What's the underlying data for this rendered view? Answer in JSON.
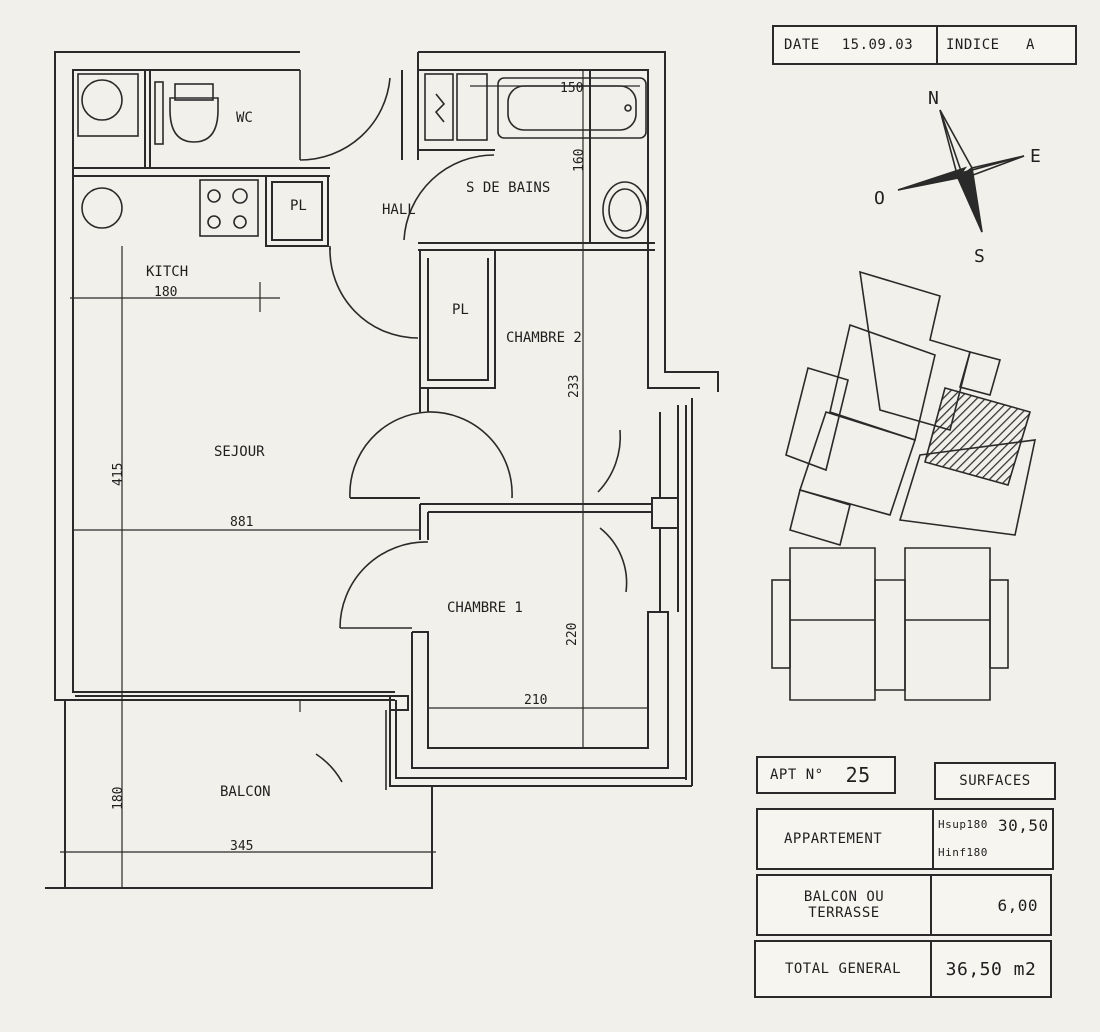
{
  "header": {
    "date_label": "DATE",
    "date_value": "15.09.03",
    "indice_label": "INDICE",
    "indice_value": "A"
  },
  "compass": {
    "n": "N",
    "e": "E",
    "s": "S",
    "o": "O"
  },
  "rooms": {
    "wc": "WC",
    "kitch": "KITCH",
    "pl_hall": "PL",
    "hall": "HALL",
    "s_de_bains": "S DE BAINS",
    "pl_chambre2": "PL",
    "chambre2": "CHAMBRE 2",
    "sejour": "SEJOUR",
    "chambre1": "CHAMBRE 1",
    "balcon": "BALCON"
  },
  "dimensions": {
    "bath_150": "150",
    "bath_160": "160",
    "kitch_180": "180",
    "ch2_233": "233",
    "sejour_415": "415",
    "sejour_881": "881",
    "ch1_220": "220",
    "ch1_210": "210",
    "balcon_180": "180",
    "balcon_345": "345"
  },
  "summary": {
    "apt_label": "APT N°",
    "apt_number": "25",
    "surfaces_label": "SURFACES",
    "appartement_label": "APPARTEMENT",
    "hsup_label": "Hsup180",
    "hsup_value": "30,50",
    "hinf_label": "Hinf180",
    "balcon_label_1": "BALCON OU",
    "balcon_label_2": "TERRASSE",
    "balcon_value": "6,00",
    "total_label": "TOTAL GENERAL",
    "total_value": "36,50 m2"
  },
  "colors": {
    "ink": "#2a2a2a",
    "paper": "#f1f0ea",
    "hatch": "#3a3a3a"
  }
}
